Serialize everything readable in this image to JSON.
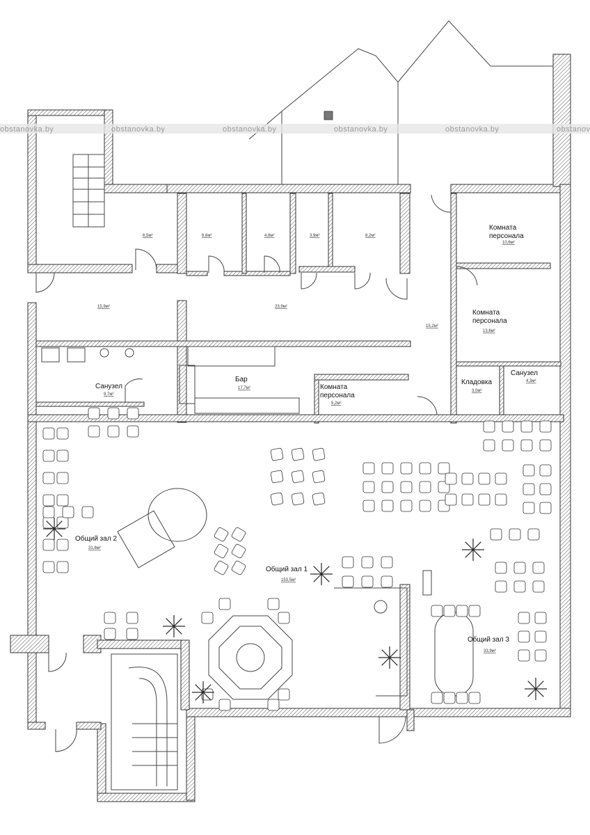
{
  "watermark": "obstanovka.by",
  "rooms": [
    {
      "name": "",
      "area": "6,5м²"
    },
    {
      "name": "",
      "area": "6,6м²"
    },
    {
      "name": "",
      "area": "4,8м²"
    },
    {
      "name": "",
      "area": "3,9м²"
    },
    {
      "name": "",
      "area": "8,2м²"
    },
    {
      "name": "",
      "area": "15,9м²"
    },
    {
      "name": "",
      "area": "23,9м²"
    },
    {
      "name": "",
      "area": "15,2м²"
    },
    {
      "name": "Комната персонала",
      "name_l1": "Комната",
      "name_l2": "персонала",
      "area": "10,6м²"
    },
    {
      "name": "Комната персонала",
      "name_l1": "Комната",
      "name_l2": "персонала",
      "area": "13,6м²"
    },
    {
      "name": "Санузел",
      "area": "9,7м²"
    },
    {
      "name": "Бар",
      "area": "17,7м²"
    },
    {
      "name": "Комната персонала",
      "name_l1": "Комната",
      "name_l2": "персонала",
      "area": "5,2м²"
    },
    {
      "name": "Кладовка",
      "area": "3,0м²"
    },
    {
      "name": "Санузел",
      "area": "4,3м²"
    },
    {
      "name": "Общий зал 2",
      "area": "31,8м²"
    },
    {
      "name": "Общий зал 1",
      "area": "153,5м²"
    },
    {
      "name": "Общий зал 3",
      "area": "33,9м²"
    }
  ]
}
